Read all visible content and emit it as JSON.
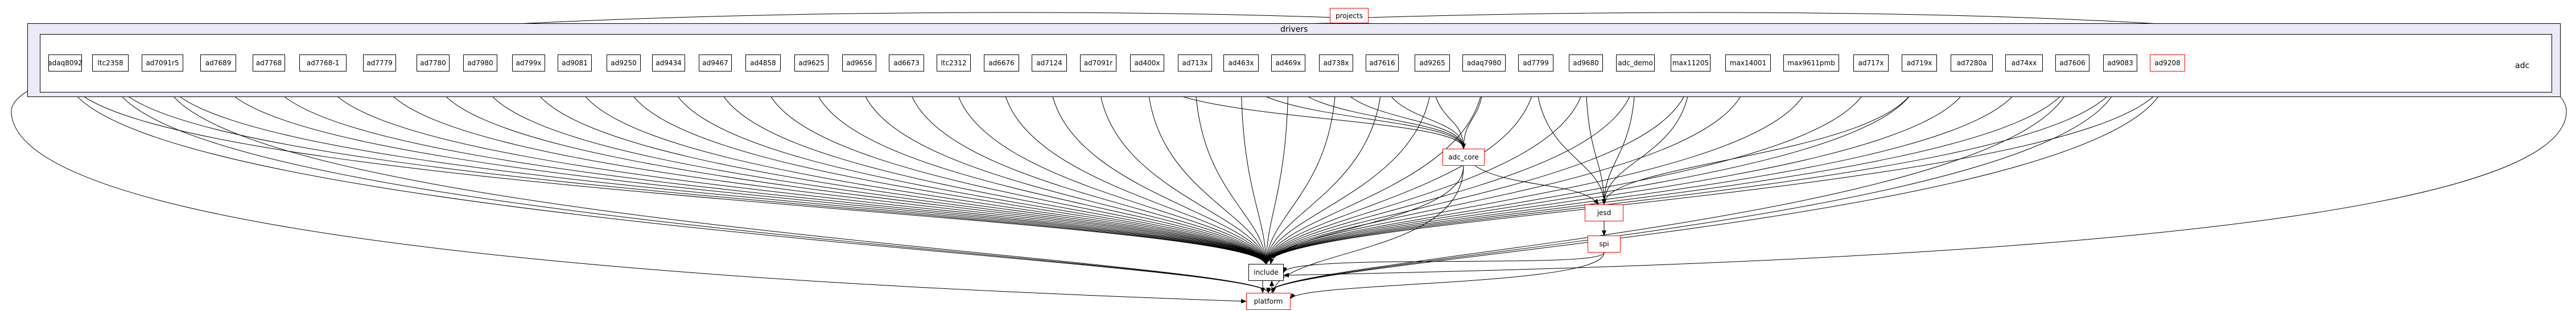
{
  "graph": {
    "top_node": "projects",
    "cluster_label": "drivers",
    "subcluster_label": "adc",
    "drivers": [
      "adaq8092",
      "ltc2358",
      "ad7091r5",
      "ad7689",
      "ad7768",
      "ad7768-1",
      "ad7779",
      "ad7780",
      "ad7980",
      "ad799x",
      "ad9081",
      "ad9250",
      "ad9434",
      "ad9467",
      "ad4858",
      "ad9625",
      "ad9656",
      "ad6673",
      "ltc2312",
      "ad6676",
      "ad7124",
      "ad7091r",
      "ad400x",
      "ad713x",
      "ad463x",
      "ad469x",
      "ad738x",
      "ad7616",
      "ad9265",
      "adaq7980",
      "ad7799",
      "ad9680",
      "adc_demo",
      "max11205",
      "max14001",
      "max9611pmb",
      "ad717x",
      "ad719x",
      "ad7280a",
      "ad74xx",
      "ad7606",
      "ad9083",
      "ad9208"
    ],
    "mid_nodes": {
      "adc_core": "adc_core",
      "jesd": "jesd",
      "spi": "spi"
    },
    "bottom_nodes": {
      "include": "include",
      "platform": "platform"
    },
    "colors": {
      "cluster_fill": "#ebebf8",
      "highlight_border": "#ff0000",
      "edge": "#000000"
    }
  }
}
